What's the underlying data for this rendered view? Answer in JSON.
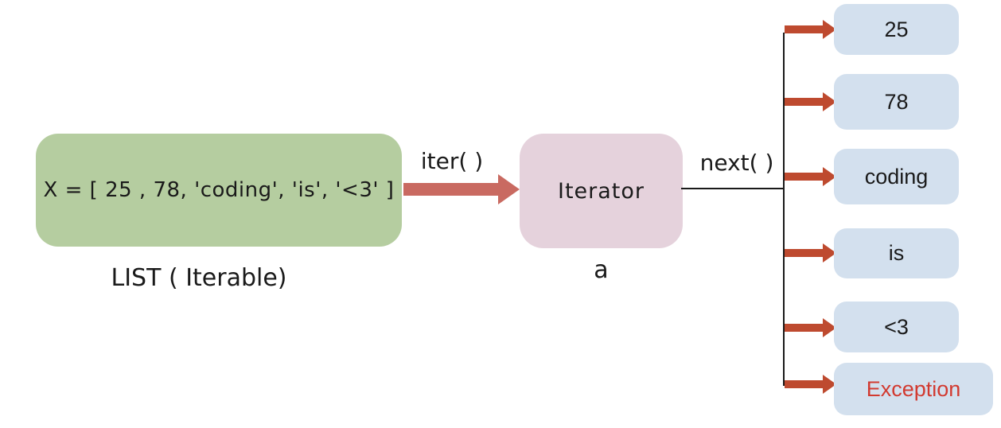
{
  "iterable": {
    "box_text": "X = [ 25 , 78, 'coding', 'is', '<3' ]",
    "caption": "LIST ( Iterable)"
  },
  "iter_label": "iter( )",
  "iterator": {
    "box_text": "Iterator",
    "caption": "a"
  },
  "next_label": "next( )",
  "outputs": [
    {
      "label": "25"
    },
    {
      "label": "78"
    },
    {
      "label": "coding"
    },
    {
      "label": "is"
    },
    {
      "label": "<3"
    },
    {
      "label": "Exception",
      "status": "error"
    }
  ],
  "colors": {
    "iterable_box": "#b5cda0",
    "iterator_box": "#e5d2dc",
    "output_box": "#d3e0ee",
    "iter_arrow": "#c96a61",
    "output_arrow": "#be4a2f",
    "exception_text": "#d23a30",
    "connector_line": "#1a1a1a"
  }
}
